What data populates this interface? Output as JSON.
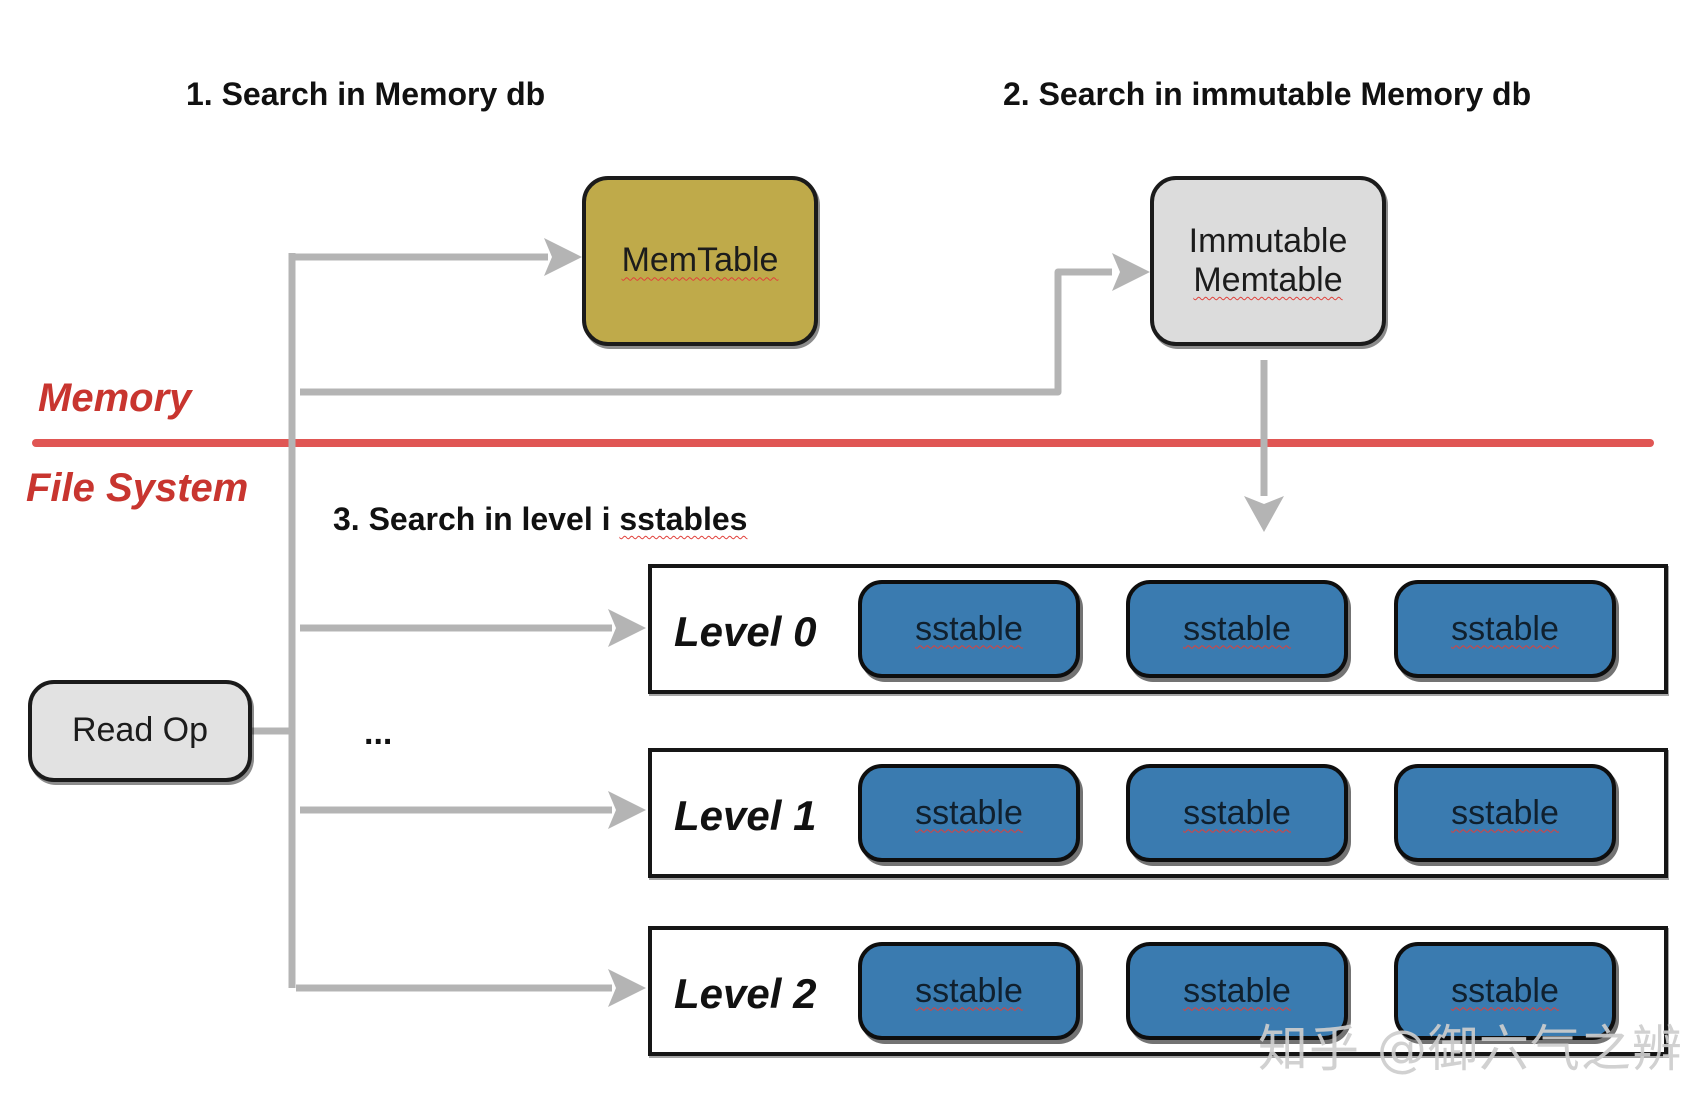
{
  "headings": {
    "step1": "1. Search in Memory db",
    "step2": "2. Search in immutable Memory db",
    "step3_prefix": "3. Search in level i ",
    "step3_word": "sstables"
  },
  "regions": {
    "memory": "Memory",
    "file_system": "File System"
  },
  "nodes": {
    "memtable": "MemTable",
    "immutable_line1": "Immutable",
    "immutable_line2": "Memtable",
    "read_op": "Read Op"
  },
  "levels": [
    {
      "label": "Level 0",
      "sstables": [
        "sstable",
        "sstable",
        "sstable"
      ]
    },
    {
      "label": "Level 1",
      "sstables": [
        "sstable",
        "sstable",
        "sstable"
      ]
    },
    {
      "label": "Level 2",
      "sstables": [
        "sstable",
        "sstable",
        "sstable"
      ]
    }
  ],
  "ellipsis": "...",
  "watermark": "知乎 @御六气之辨",
  "colors": {
    "memtable_fill": "#bfaa4a",
    "immutable_fill": "#dcdcdc",
    "read_op_fill": "#e2e2e2",
    "sstable_fill": "#3a7bb0",
    "arrow": "#b4b4b4",
    "divider": "#e05654",
    "region_label": "#c8352f"
  }
}
